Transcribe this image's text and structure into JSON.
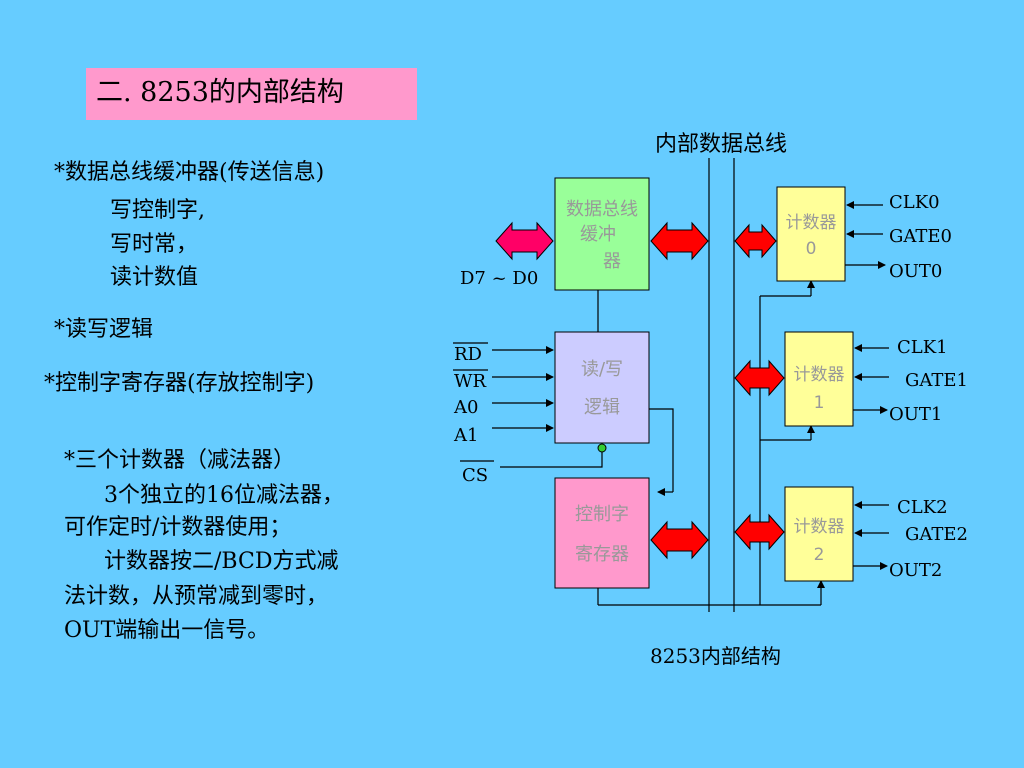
{
  "title": "二. 8253的内部结构",
  "left": {
    "line1": "*数据总线缓冲器(传送信息)",
    "line2": "写控制字,",
    "line3": "写时常，",
    "line4": "读计数值",
    "rw_logic": "*读写逻辑",
    "ctrl_reg": "*控制字寄存器(存放控制字)",
    "counters_title": "*三个计数器（减法器）",
    "c1": "3个独立的16位减法器，",
    "c2": "可作定时/计数器使用；",
    "c3": "计数器按二/BCD方式减",
    "c4": "法计数，从预常减到零时，",
    "c5": "OUT端输出一信号。"
  },
  "diagram": {
    "bus_label": "内部数据总线",
    "caption": "8253内部结构",
    "d_label": "D7 ~ D0",
    "buffer": [
      "数据总线",
      "缓冲",
      "器"
    ],
    "rw": [
      "读/写",
      "逻辑"
    ],
    "ctrl": [
      "控制字",
      "寄存器"
    ],
    "counter0": [
      "计数器",
      "0"
    ],
    "counter1": [
      "计数器",
      "1"
    ],
    "counter2": [
      "计数器",
      "2"
    ],
    "signals": {
      "rd": "RD",
      "wr": "WR",
      "a0": "A0",
      "a1": "A1",
      "cs": "CS",
      "clk0": "CLK0",
      "gate0": "GATE0",
      "out0": "OUT0",
      "clk1": "CLK1",
      "gate1": "GATE1",
      "out1": "OUT1",
      "clk2": "CLK2",
      "gate2": "GATE2",
      "out2": "OUT2"
    },
    "colors": {
      "background": "#66ccff",
      "title_bg": "#ff99cc",
      "buffer": "#99ff99",
      "rw": "#ccccff",
      "ctrl": "#ff99cc",
      "counter": "#ffff99",
      "arrow_red": "#ff0000",
      "arrow_pink": "#ff0066",
      "box_text": "#999999"
    }
  }
}
